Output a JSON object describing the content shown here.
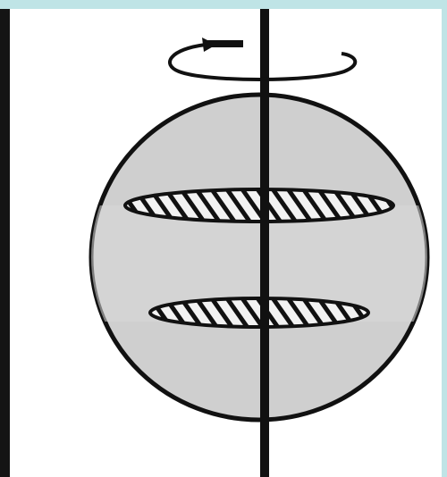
{
  "colors": {
    "top_band": "#bfe4e6",
    "background": "#ffffff",
    "sphere_fill": "#cfcfcf",
    "ink": "#111111",
    "hatch_light": "#f2f2f2",
    "left_frame_line": "#141414",
    "right_frame_strip": "#bfe4e6"
  },
  "diagram": {
    "elements": [
      "rotation-arrow-icon",
      "rotation-axis",
      "sphere",
      "upper-hatched-disc",
      "lower-hatched-disc"
    ]
  }
}
